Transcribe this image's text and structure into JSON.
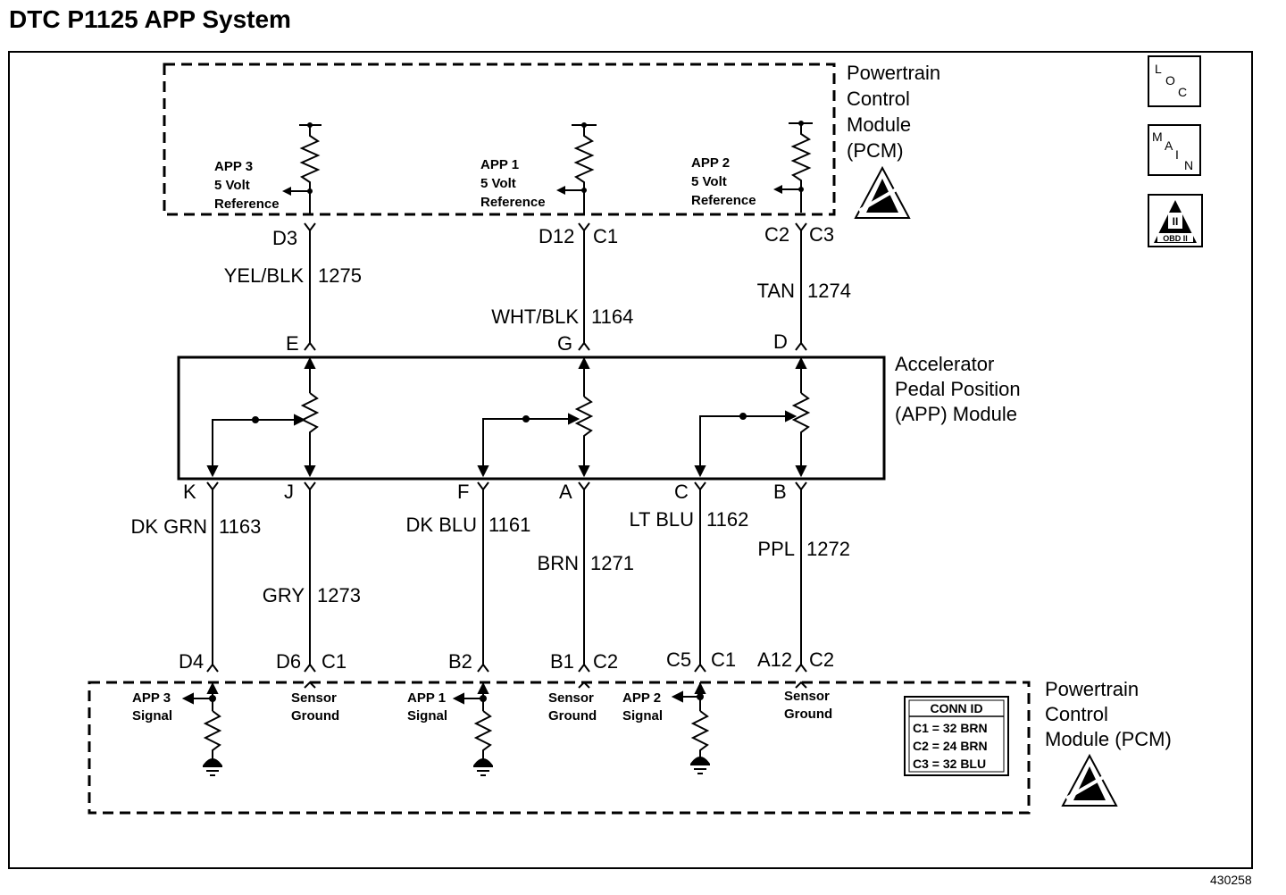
{
  "title": "DTC P1125 APP System",
  "figure_number": "430258",
  "pcm_top": {
    "label_lines": [
      "Powertrain",
      "Control",
      "Module",
      "(PCM)"
    ]
  },
  "app_module": {
    "label_lines": [
      "Accelerator",
      "Pedal Position",
      "(APP) Module"
    ]
  },
  "pcm_bottom": {
    "label_lines": [
      "Powertrain",
      "Control",
      "Module (PCM)"
    ]
  },
  "top_refs": [
    {
      "lines": [
        "APP 3",
        "5 Volt",
        "Reference"
      ]
    },
    {
      "lines": [
        "APP 1",
        "5 Volt",
        "Reference"
      ]
    },
    {
      "lines": [
        "APP 2",
        "5 Volt",
        "Reference"
      ]
    }
  ],
  "top_pins": [
    {
      "pin": "D3",
      "conn": ""
    },
    {
      "pin": "D12",
      "conn": "C1"
    },
    {
      "pin": "C2",
      "conn": "C3"
    }
  ],
  "top_wires": [
    {
      "color": "YEL/BLK",
      "circuit": "1275"
    },
    {
      "color": "WHT/BLK",
      "circuit": "1164"
    },
    {
      "color": "TAN",
      "circuit": "1274"
    }
  ],
  "app_top_pins": [
    "E",
    "G",
    "D"
  ],
  "app_bottom_pins": [
    "K",
    "J",
    "F",
    "A",
    "C",
    "B"
  ],
  "bottom_wires": [
    {
      "color": "DK GRN",
      "circuit": "1163"
    },
    {
      "color": "GRY",
      "circuit": "1273"
    },
    {
      "color": "DK BLU",
      "circuit": "1161"
    },
    {
      "color": "BRN",
      "circuit": "1271"
    },
    {
      "color": "LT BLU",
      "circuit": "1162"
    },
    {
      "color": "PPL",
      "circuit": "1272"
    }
  ],
  "bottom_pins": [
    {
      "pin": "D4",
      "conn": ""
    },
    {
      "pin": "D6",
      "conn": "C1"
    },
    {
      "pin": "B2",
      "conn": ""
    },
    {
      "pin": "B1",
      "conn": "C2"
    },
    {
      "pin": "C5",
      "conn": "C1"
    },
    {
      "pin": "A12",
      "conn": "C2"
    }
  ],
  "bottom_labels": [
    {
      "lines": [
        "APP 3",
        "Signal"
      ]
    },
    {
      "lines": [
        "Sensor",
        "Ground"
      ]
    },
    {
      "lines": [
        "APP 1",
        "Signal"
      ]
    },
    {
      "lines": [
        "Sensor",
        "Ground"
      ]
    },
    {
      "lines": [
        "APP 2",
        "Signal"
      ]
    },
    {
      "lines": [
        "Sensor",
        "Ground"
      ]
    }
  ],
  "conn_id": {
    "header": "CONN ID",
    "rows": [
      "C1 = 32 BRN",
      "C2 = 24 BRN",
      "C3 = 32 BLU"
    ]
  },
  "badges": {
    "loc": [
      "L",
      "O",
      "C"
    ],
    "main": [
      "M",
      "A",
      "I",
      "N"
    ],
    "obd": [
      "II",
      "OBD II"
    ]
  }
}
